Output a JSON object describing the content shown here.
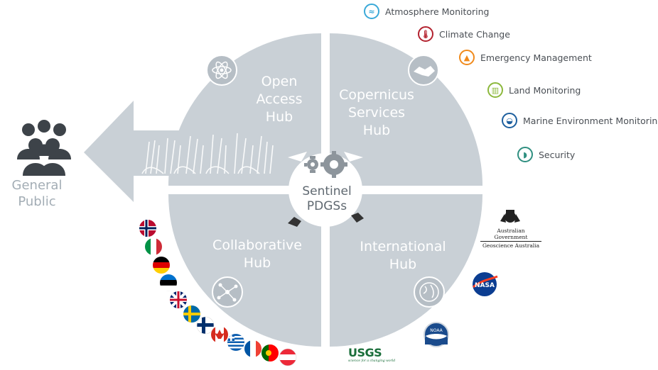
{
  "hubs": {
    "open_access": {
      "line1": "Open",
      "line2": "Access",
      "line3": "Hub"
    },
    "copernicus": {
      "line1": "Copernicus",
      "line2": "Services",
      "line3": "Hub"
    },
    "collaborative": {
      "line1": "Collaborative",
      "line2": "Hub"
    },
    "international": {
      "line1": "International",
      "line2": "Hub"
    }
  },
  "center": {
    "line1": "Sentinel",
    "line2": "PDGSs"
  },
  "general_public": {
    "line1": "General",
    "line2": "Public"
  },
  "services": [
    {
      "label": "Atmosphere Monitoring",
      "color": "#3aa9d8",
      "icon": "atmosphere-icon"
    },
    {
      "label": "Climate Change",
      "color": "#b3222f",
      "icon": "climate-icon"
    },
    {
      "label": "Emergency Management",
      "color": "#f08a1c",
      "icon": "emergency-icon"
    },
    {
      "label": "Land Monitoring",
      "color": "#8cb83c",
      "icon": "land-icon"
    },
    {
      "label": "Marine Environment Monitoring",
      "color": "#1d5f9e",
      "icon": "marine-icon"
    },
    {
      "label": "Security",
      "color": "#2f8f80",
      "icon": "security-icon"
    }
  ],
  "partners": {
    "australia": {
      "line1": "Australian Government",
      "line2": "Geoscience Australia"
    },
    "nasa": "NASA",
    "noaa": "NOAA",
    "usgs": {
      "name": "USGS",
      "tagline": "science for a changing world"
    }
  },
  "flags": [
    "norway",
    "italy",
    "germany",
    "estonia",
    "uk",
    "sweden",
    "finland",
    "canada",
    "greece",
    "france",
    "portugal",
    "austria"
  ],
  "colors": {
    "hub_fill": "#c9d0d6",
    "arrow_fill": "#c9d0d6",
    "people": "#3d4349",
    "gear": "#8d959c"
  }
}
